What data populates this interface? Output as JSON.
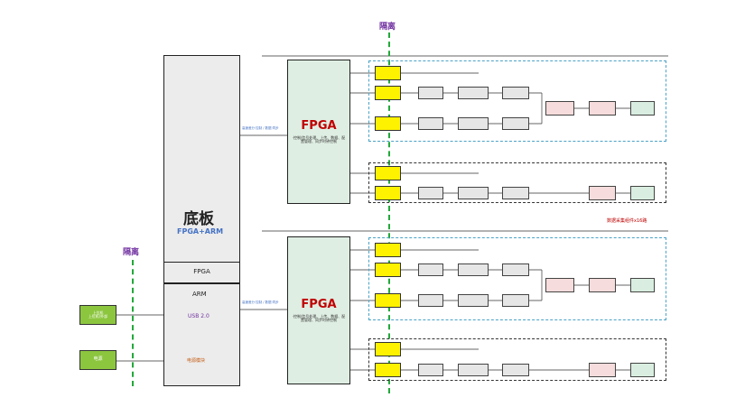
{
  "isolation_label_top": "隔离",
  "isolation_label_left": "隔离",
  "base_board": {
    "title": "底板",
    "subtitle": "FPGA+ARM",
    "fpga": "FPGA",
    "arm": "ARM",
    "usb": "USB 2.0",
    "power": "电源模块"
  },
  "fpga_label": "FPGA",
  "fpga_desc": "·控制/信号处理、上传、数据、配置管理、同步时钟控制",
  "divider_text": "数据采集组件x16路",
  "left_inputs": [
    {
      "label": "上位机",
      "sub": "上位机/外部"
    },
    {
      "label": "电源"
    }
  ],
  "link_text_top": "高速差分·控制 / 数据·同步",
  "link_text_bottom": "高速差分·控制 / 数据·同步",
  "colors": {
    "accent_red": "#c00000",
    "accent_blue": "#4472c4",
    "isolation_green": "#22a83a",
    "module_yellow": "#fff200"
  }
}
